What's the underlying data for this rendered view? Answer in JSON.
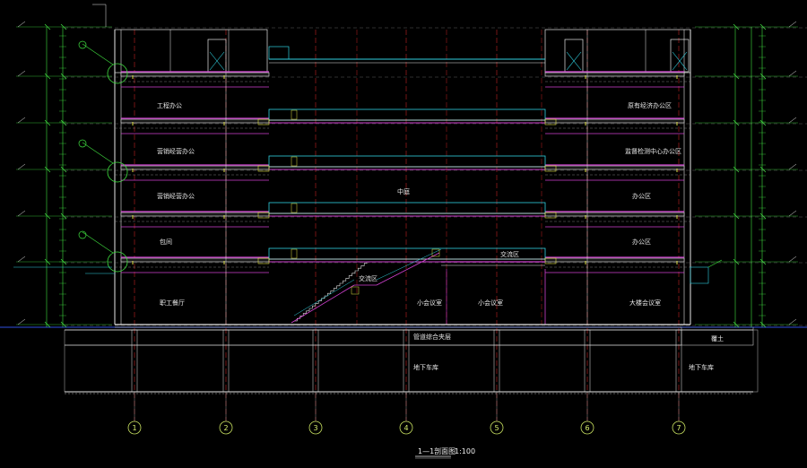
{
  "drawing": {
    "title": "1—1剖面图",
    "scale": "1:100"
  },
  "axes": [
    "1",
    "2",
    "3",
    "4",
    "5",
    "6",
    "7"
  ],
  "room_labels": [
    {
      "key": "l4",
      "text": "工程办公"
    },
    {
      "key": "l3",
      "text": "营销经营办公"
    },
    {
      "key": "l2",
      "text": "营销经营办公"
    },
    {
      "key": "l1",
      "text": "包间"
    },
    {
      "key": "l0",
      "text": "职工餐厅"
    },
    {
      "key": "r4",
      "text": "原有经济办公区"
    },
    {
      "key": "r3",
      "text": "监督检测中心办公区"
    },
    {
      "key": "r2",
      "text": "办公区"
    },
    {
      "key": "r1",
      "text": "办公区"
    },
    {
      "key": "r0",
      "text": "大楼会议室"
    },
    {
      "key": "atrium",
      "text": "中庭"
    },
    {
      "key": "corr1",
      "text": "交流区"
    },
    {
      "key": "corr2",
      "text": "交流区"
    },
    {
      "key": "meet1",
      "text": "小会议室"
    },
    {
      "key": "meet2",
      "text": "小会议室"
    },
    {
      "key": "b1",
      "text": "管道综合夹层"
    },
    {
      "key": "b2",
      "text": "地下车库"
    },
    {
      "key": "b3",
      "text": "地下车库"
    },
    {
      "key": "soil",
      "text": "覆土"
    }
  ]
}
